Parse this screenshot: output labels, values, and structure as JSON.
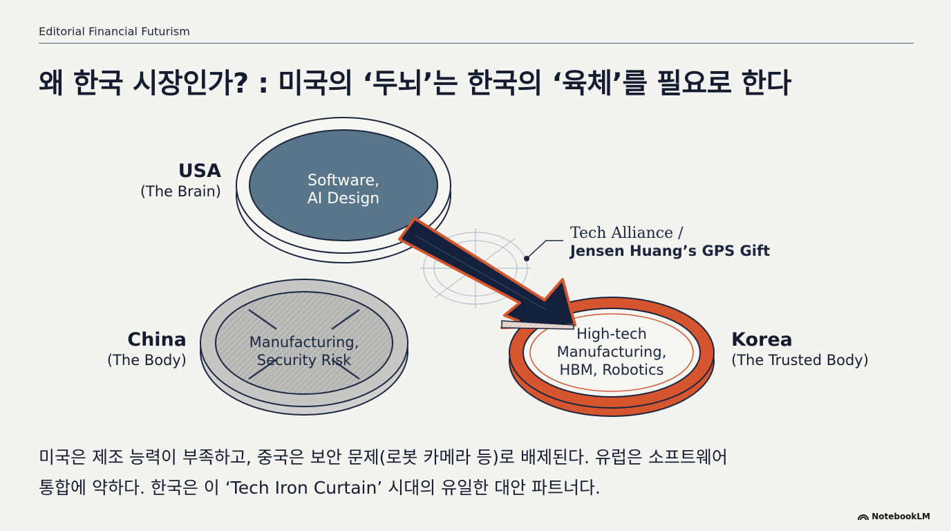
{
  "header": {
    "kicker": "Editorial Financial Futurism",
    "title": "왜 한국 시장인가? : 미국의 ‘두뇌’는 한국의 ‘육체’를 필요로 한다"
  },
  "diagram": {
    "usa": {
      "name": "USA",
      "role": "(The Brain)",
      "disc_line1": "Software,",
      "disc_line2": "AI Design",
      "fill": "#587589"
    },
    "china": {
      "name": "China",
      "role": "(The Body)",
      "disc_line1": "Manufacturing,",
      "disc_line2": "Security Risk",
      "fill": "#bdbdbb"
    },
    "korea": {
      "name": "Korea",
      "role": "(The Trusted Body)",
      "disc_line1": "High-tech",
      "disc_line2": "Manufacturing,",
      "disc_line3": "HBM, Robotics",
      "ring": "#d4552e"
    },
    "arrow_label_line1": "Tech Alliance /",
    "arrow_label_line2": "Jensen Huang’s GPS Gift",
    "arrow_color": "#14213d"
  },
  "body": {
    "line1": "미국은 제조 능력이 부족하고, 중국은 보안 문제(로봇 카메라 등)로 배제된다. 유럽은 소프트웨어",
    "line2": "통합에 약하다. 한국은 이 ‘Tech Iron Curtain’ 시대의 유일한 대안 파트너다."
  },
  "brand": {
    "label": "NotebookLM",
    "icon": "notebooklm-logo-icon"
  }
}
